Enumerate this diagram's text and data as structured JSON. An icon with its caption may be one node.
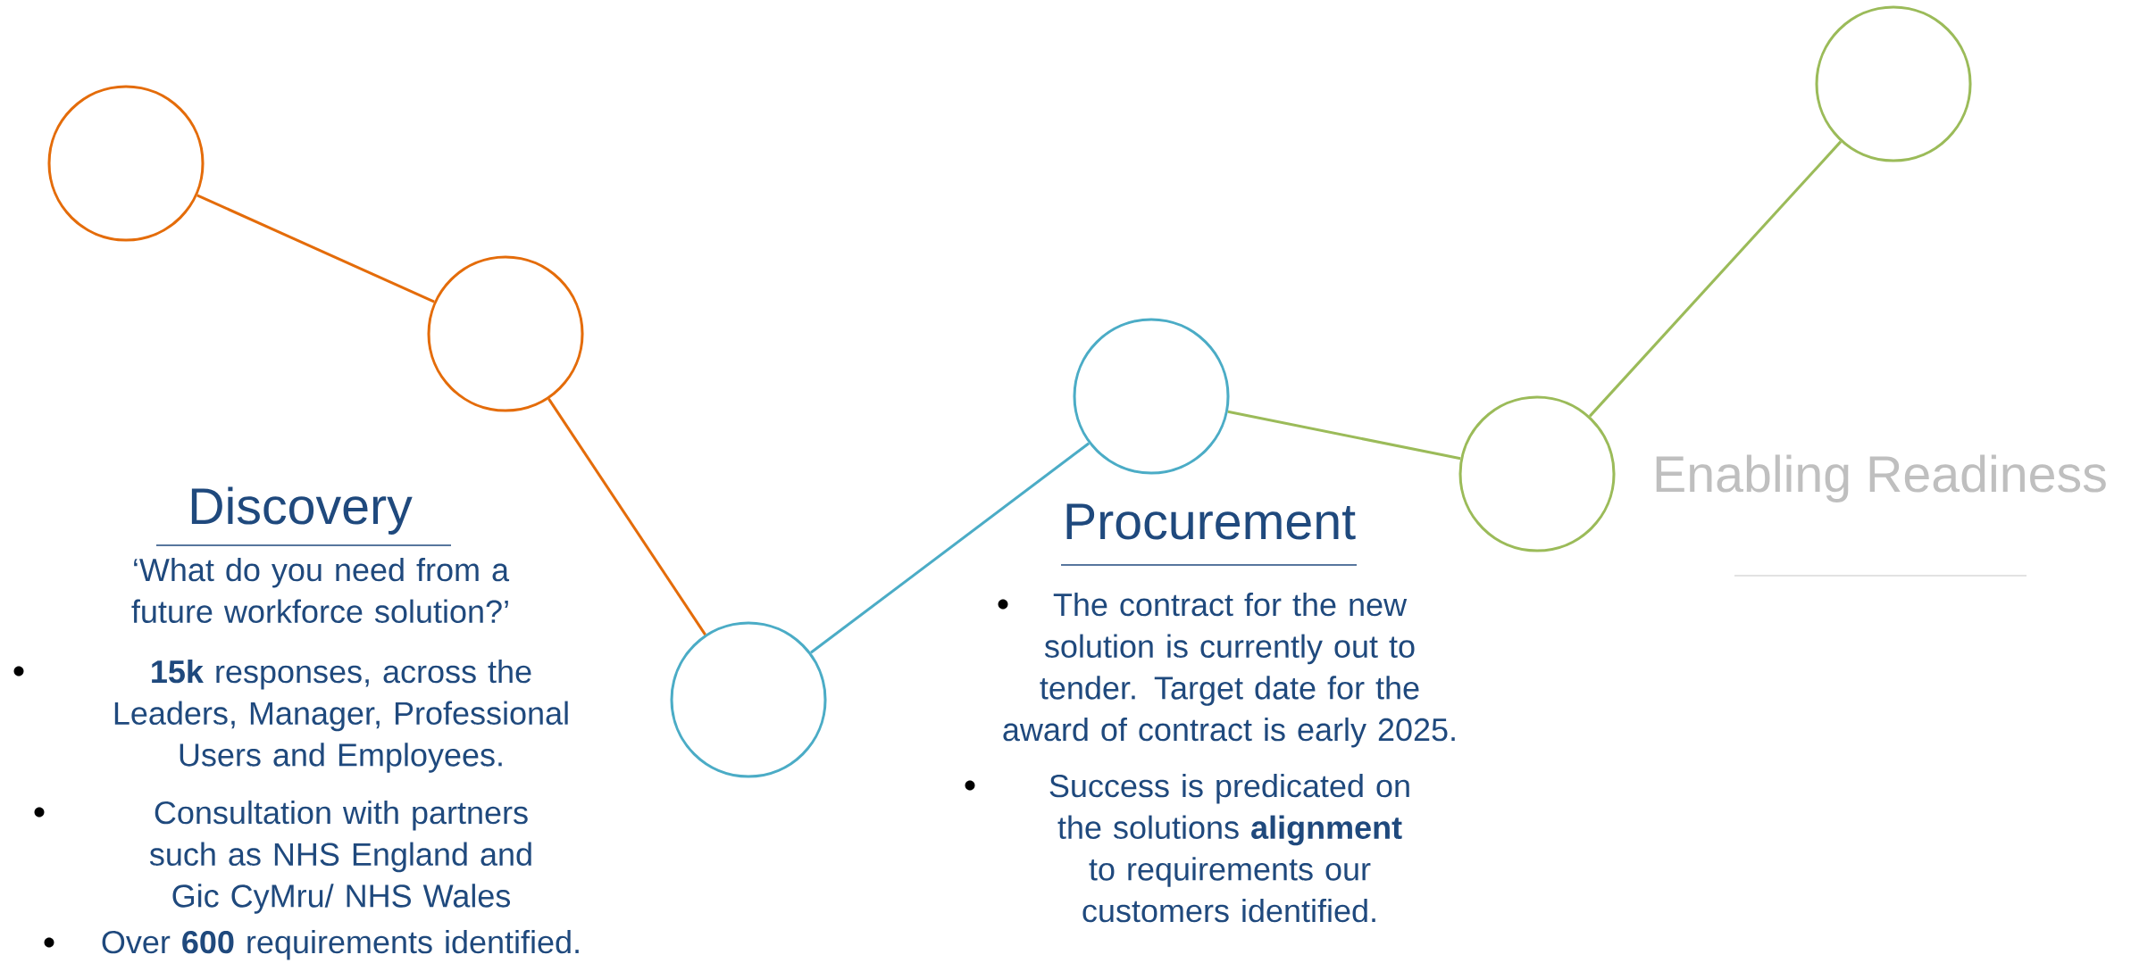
{
  "diagram": {
    "nodes": [
      {
        "text": [],
        "shape": "circle"
      },
      {
        "text": [],
        "shape": "circle"
      },
      {
        "text": [],
        "shape": "circle"
      },
      {
        "text": [],
        "shape": "circle"
      },
      {
        "text": [],
        "shape": "circle"
      },
      {
        "text": [],
        "shape": "circle"
      }
    ],
    "edges": [
      {
        "from": 0,
        "to": 1,
        "arrow": "none",
        "color": "#e46c0a"
      },
      {
        "from": 1,
        "to": 2,
        "arrow": "none",
        "color": "#e46c0a"
      },
      {
        "from": 2,
        "to": 3,
        "arrow": "none",
        "color": "#4bacc6"
      },
      {
        "from": 3,
        "to": 4,
        "arrow": "none",
        "color": "#9bbb59"
      },
      {
        "from": 4,
        "to": 5,
        "arrow": "none",
        "color": "#9bbb59"
      }
    ],
    "labels": [
      "Discovery",
      "‘What do you need from a future workforce solution?’",
      "**15k** responses, across the Leaders, Manager, Professional Users and Employees.",
      "Consultation with partners such as NHS England and Gic CyMru/ NHS Wales",
      "Over **600** requirements identified.",
      "Procurement",
      "The contract for the new solution is currently out to tender. Target date for the award of contract is early 2025.",
      "Success is predicated on the solutions **alignment** to requirements our customers identified.",
      "Enabling Readiness"
    ]
  }
}
